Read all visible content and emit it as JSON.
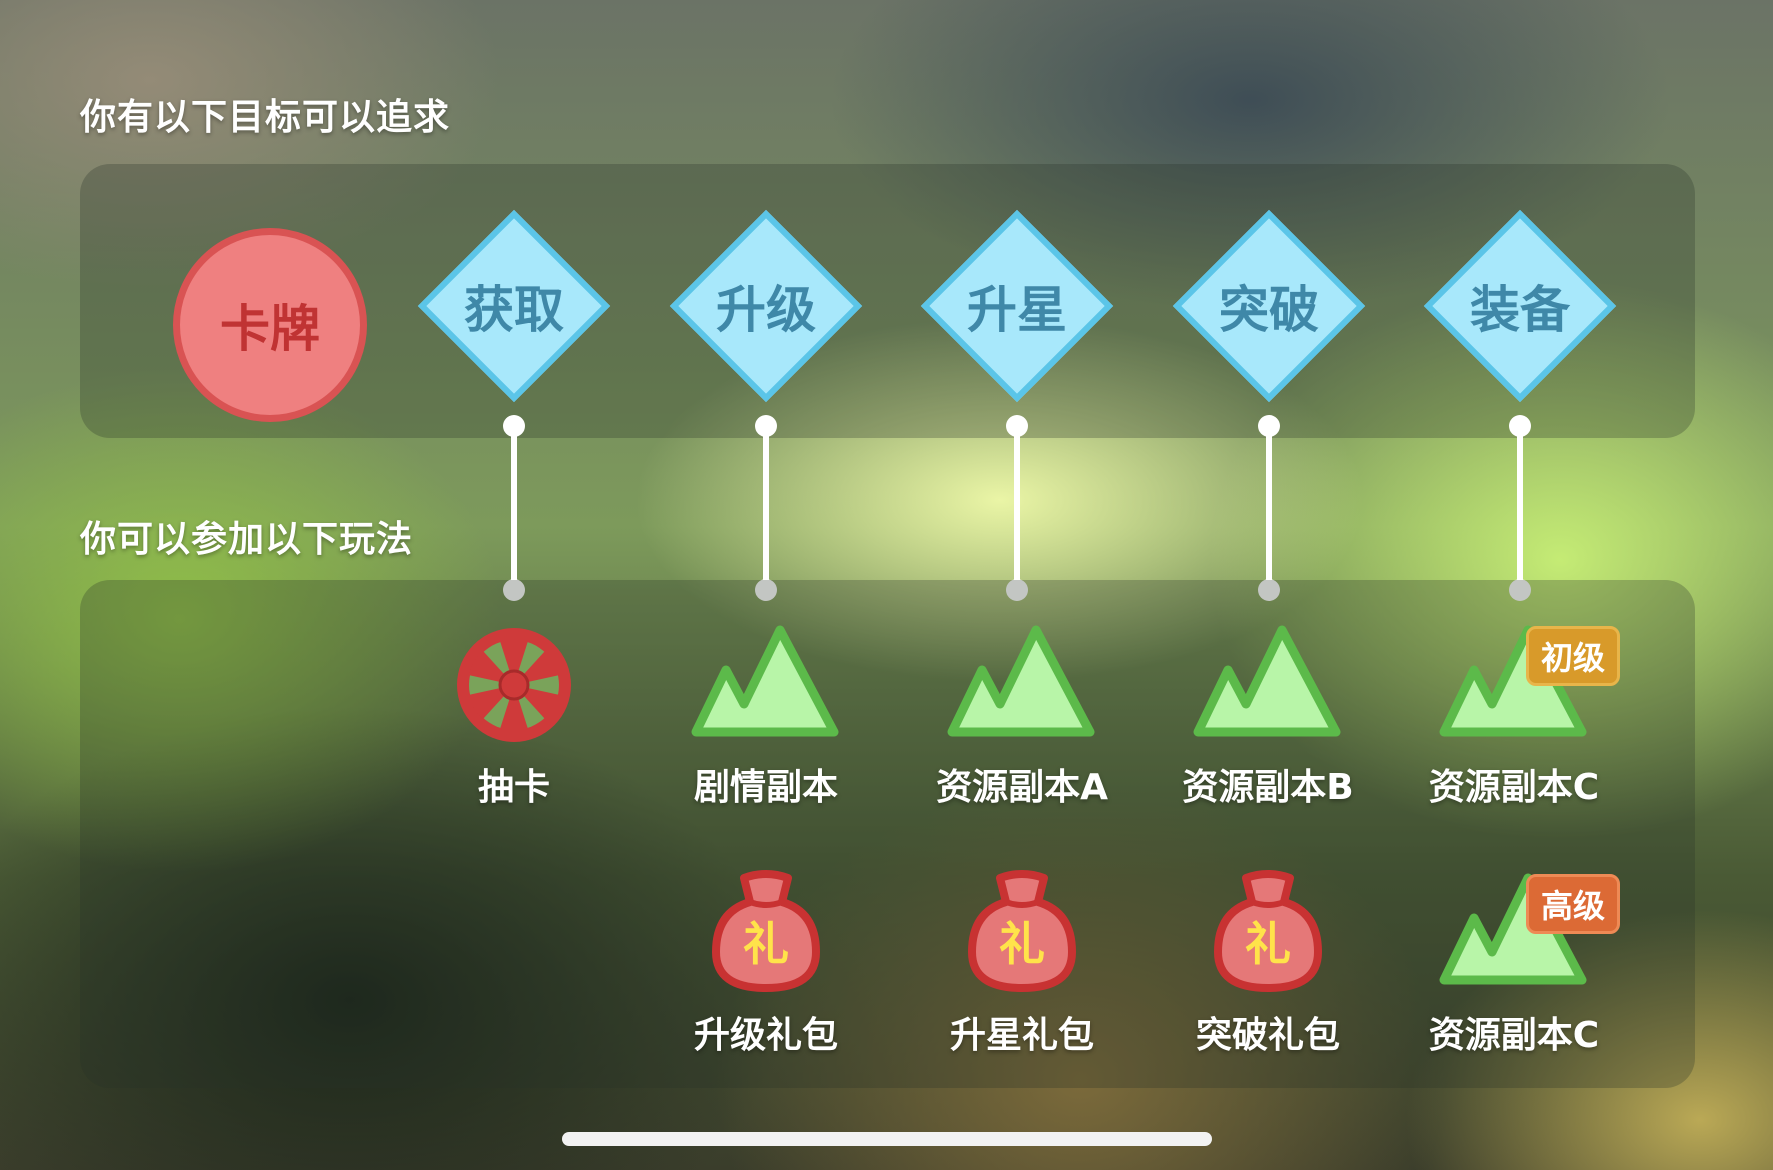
{
  "goals_heading": "你有以下目标可以追求",
  "activities_heading": "你可以参加以下玩法",
  "root": {
    "label": "卡牌",
    "icon": "card-circle"
  },
  "goals": [
    {
      "label": "获取"
    },
    {
      "label": "升级"
    },
    {
      "label": "升星"
    },
    {
      "label": "突破"
    },
    {
      "label": "装备"
    }
  ],
  "activities_row1": [
    {
      "label": "抽卡",
      "icon": "wheel-icon"
    },
    {
      "label": "剧情副本",
      "icon": "mountain-icon"
    },
    {
      "label": "资源副本A",
      "icon": "mountain-icon"
    },
    {
      "label": "资源副本B",
      "icon": "mountain-icon"
    },
    {
      "label": "资源副本C",
      "icon": "mountain-icon",
      "badge": "初级"
    }
  ],
  "activities_row2": [
    {
      "label": "升级礼包",
      "icon": "gift-bag-icon",
      "icon_text": "礼"
    },
    {
      "label": "升星礼包",
      "icon": "gift-bag-icon",
      "icon_text": "礼"
    },
    {
      "label": "突破礼包",
      "icon": "gift-bag-icon",
      "icon_text": "礼"
    },
    {
      "label": "资源副本C",
      "icon": "mountain-icon",
      "badge": "高级"
    }
  ],
  "colors": {
    "root_fill": "#ef8080",
    "diamond_fill": "#a8e8fb",
    "diamond_border": "#5bc5e8",
    "mountain_fill": "#b8f5a8",
    "mountain_border": "#5cba4a",
    "gift_fill": "#e57878",
    "badge_low": "#d89a2a",
    "badge_high": "#dc6a35"
  }
}
